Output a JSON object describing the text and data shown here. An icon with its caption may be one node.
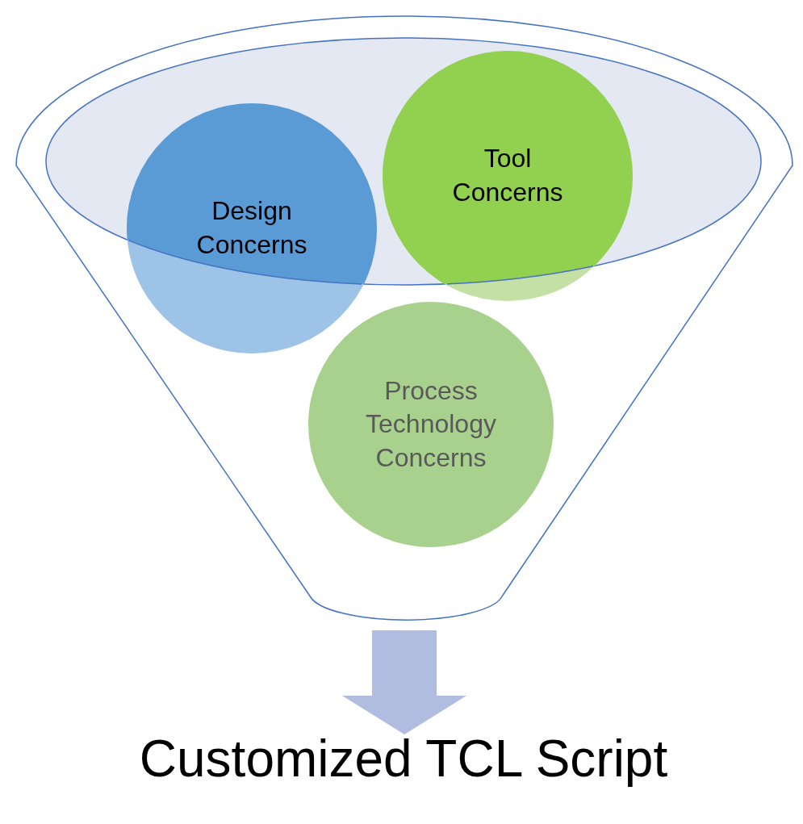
{
  "diagram": {
    "nodes": [
      {
        "text": [],
        "shape": "funnel"
      },
      {
        "text": [
          "Design Concerns"
        ],
        "in": 0
      },
      {
        "text": [
          "Tool Concerns"
        ],
        "in": 0
      },
      {
        "text": [
          "Process Technology Concerns"
        ],
        "in": 0
      },
      {
        "text": [
          "Customized TCL Script"
        ]
      }
    ],
    "edges": [
      {
        "from": 0,
        "to": 4,
        "arrow": "to"
      }
    ]
  }
}
